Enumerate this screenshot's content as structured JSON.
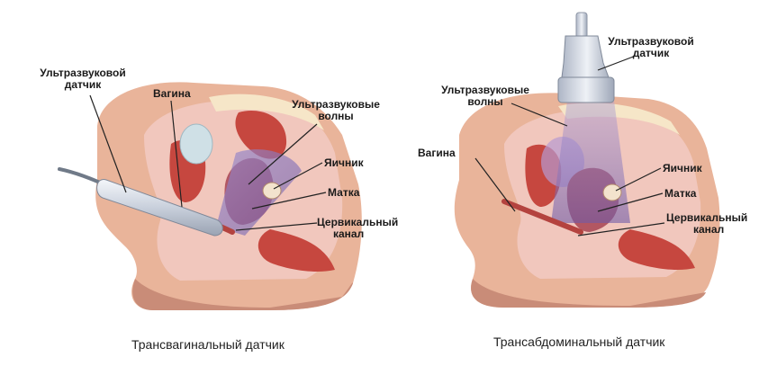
{
  "colors": {
    "skin": "#e9b49a",
    "skin_dark": "#c98c78",
    "muscle": "#c6473f",
    "tissue_pink": "#f1c7bd",
    "fat": "#f6e6c8",
    "bladder": "#cfe0e6",
    "uterus": "#b25762",
    "waves": "#7d6bb2",
    "probe": "#dfe4ec",
    "leader": "#222222"
  },
  "left_panel": {
    "labels": {
      "probe_line1": "Ультразвуковой",
      "probe_line2": "датчик",
      "vagina": "Вагина",
      "waves_line1": "Ультразвуковые",
      "waves_line2": "волны",
      "ovary": "Яичник",
      "uterus": "Матка",
      "canal_line1": "Цервикальный",
      "canal_line2": "канал"
    },
    "caption": "Трансвагинальный датчик"
  },
  "right_panel": {
    "labels": {
      "probe_line1": "Ультразвуковой",
      "probe_line2": "датчик",
      "waves_line1": "Ультразвуковые",
      "waves_line2": "волны",
      "vagina": "Вагина",
      "ovary": "Яичник",
      "uterus": "Матка",
      "canal_line1": "Цервикальный",
      "canal_line2": "канал"
    },
    "caption": "Трансабдоминальный датчик"
  }
}
